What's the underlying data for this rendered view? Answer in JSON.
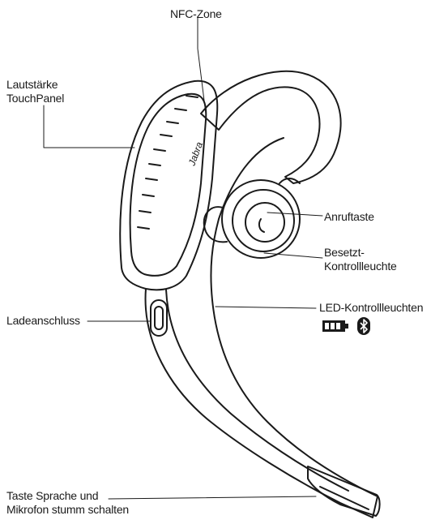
{
  "labels": {
    "nfc_zone": "NFC-Zone",
    "volume_touchpanel": [
      "Lautstärke",
      "TouchPanel"
    ],
    "answer_button": "Anruftaste",
    "busy_light": [
      "Besetzt-",
      "Kontrollleuchte"
    ],
    "charging_port": "Ladeanschluss",
    "led_lights": "LED-Kontrollleuchten",
    "mute_button": [
      "Taste Sprache und",
      "Mikrofon stumm schalten"
    ]
  },
  "device": {
    "brand_mark": "Jabra"
  },
  "icons": {
    "battery": "battery-icon",
    "bluetooth": "bluetooth-icon"
  },
  "colors": {
    "outline": "#1a1a1a",
    "fill": "#ffffff",
    "icon": "#1a1a1a"
  }
}
